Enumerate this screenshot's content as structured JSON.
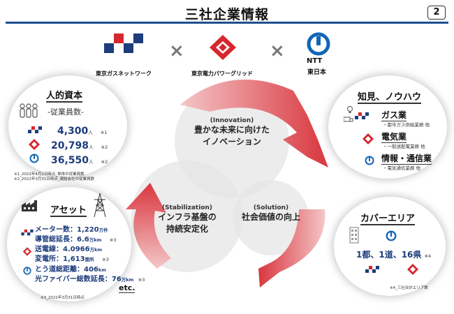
{
  "header": {
    "title": "三社企業情報",
    "page_number": "2"
  },
  "logos": {
    "gas_network": "東京ガスネットワーク",
    "power_grid": "東京電力パワーグリッド",
    "ntt_brand": "NTT",
    "ntt_east": "東日本",
    "times_symbol": "×"
  },
  "center": {
    "innovation": {
      "en": "(Innovation)",
      "line1": "豊かな未来に向けた",
      "line2": "イノベーション"
    },
    "stabilization": {
      "en": "(Stabilization)",
      "line1": "インフラ基盤の",
      "line2": "持続安定化"
    },
    "solution": {
      "en": "(Solution)",
      "line1": "社会価値の向上"
    }
  },
  "human_capital": {
    "title": "人的資本",
    "subtitle": "-従業員数-",
    "rows": [
      {
        "value": "4,300",
        "unit": "人",
        "mark": "※1"
      },
      {
        "value": "20,798",
        "unit": "人",
        "mark": "※2"
      },
      {
        "value": "36,550",
        "unit": "人",
        "mark": "※2"
      }
    ],
    "notes": [
      "※1_2022年4月1日時点_単体の従業員数",
      "※2_2022年3月31日時点_連結会社の従業員数"
    ]
  },
  "knowledge": {
    "title": "知見、ノウハウ",
    "items": [
      {
        "label": "ガス業",
        "sub": "・都市ガス供給業務 他"
      },
      {
        "label": "電気業",
        "sub": "・一般送配電業務 他"
      },
      {
        "label": "情報・通信業",
        "sub": "・電気通信業務 他"
      }
    ]
  },
  "assets": {
    "title": "アセット",
    "rows": [
      {
        "label": "メーター数：",
        "value": "1,220",
        "unit": "万件",
        "mark": ""
      },
      {
        "label": "導管総延長：",
        "value": "6.6",
        "unit": "万km",
        "mark": "※3"
      },
      {
        "label": "送電線：",
        "value": "4.0966",
        "unit": "万km",
        "mark": ""
      },
      {
        "label": "変電所：",
        "value": "1,613",
        "unit": "箇所",
        "mark": "※3"
      },
      {
        "label": "とう道総距離：",
        "value": "406",
        "unit": "km",
        "mark": ""
      },
      {
        "label": "光ファイバー総数延長：",
        "value": "76",
        "unit": "万km",
        "mark": "※3"
      }
    ],
    "etc": "etc.",
    "note": "※3_2022年3月31日時点"
  },
  "coverage": {
    "title": "カバーエリア",
    "text": "1都、1道、16県",
    "mark": "※4",
    "note": "※4_三社合計エリア数"
  },
  "colors": {
    "navy": "#1d3d7c",
    "red": "#d7262e",
    "ntt_blue": "#1066b6",
    "arrow": "#d9363e"
  }
}
